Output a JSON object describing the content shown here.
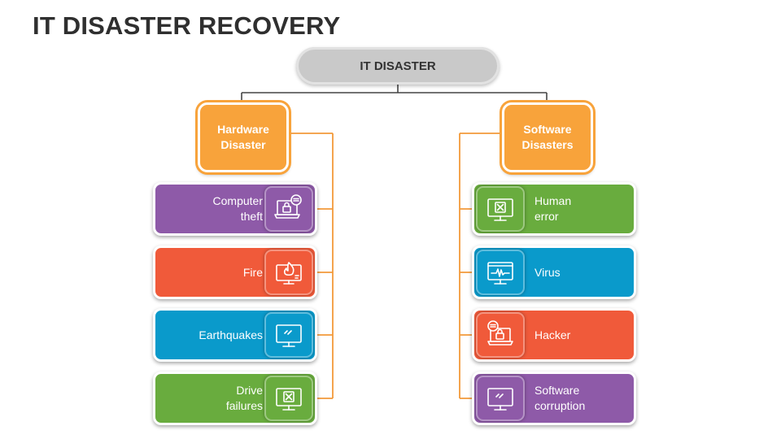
{
  "title": "IT DISASTER RECOVERY",
  "root": {
    "label": "IT DISASTER"
  },
  "colors": {
    "orange": "#f8a33b",
    "connector": "#f39a3a",
    "gray": "#c9c9c9",
    "purple": "#8e5aa8",
    "red": "#f05a3a",
    "blue": "#0a9acb",
    "green": "#69ac3e"
  },
  "hardware": {
    "label": "Hardware\nDisaster",
    "items": [
      {
        "label": "Computer\ntheft",
        "icon": "laptop-lock-icon",
        "color": "purple"
      },
      {
        "label": "Fire",
        "icon": "monitor-fire-icon",
        "color": "red"
      },
      {
        "label": "Earthquakes",
        "icon": "monitor-crack-icon",
        "color": "blue"
      },
      {
        "label": "Drive\nfailures",
        "icon": "monitor-error-icon",
        "color": "green"
      }
    ]
  },
  "software": {
    "label": "Software\nDisasters",
    "items": [
      {
        "label": "Human\nerror",
        "icon": "monitor-error-icon",
        "color": "green"
      },
      {
        "label": "Virus",
        "icon": "monitor-pulse-icon",
        "color": "blue"
      },
      {
        "label": "Hacker",
        "icon": "laptop-lock-icon",
        "color": "red"
      },
      {
        "label": "Software\ncorruption",
        "icon": "monitor-crack-icon",
        "color": "purple"
      }
    ]
  }
}
